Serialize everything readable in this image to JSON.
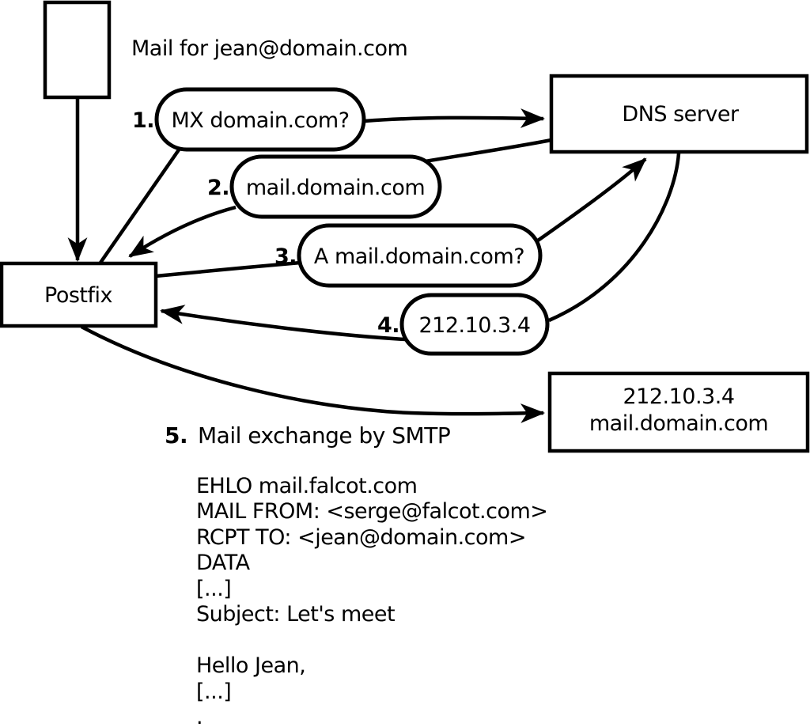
{
  "diagram": {
    "title": "Mail for jean@domain.com",
    "nodes": {
      "postfix": "Postfix",
      "dns_server": "DNS server",
      "mail_server_line1": "212.10.3.4",
      "mail_server_line2": "mail.domain.com"
    },
    "steps": [
      {
        "num": "1.",
        "label": "MX domain.com?"
      },
      {
        "num": "2.",
        "label": "mail.domain.com"
      },
      {
        "num": "3.",
        "label": "A mail.domain.com?"
      },
      {
        "num": "4.",
        "label": "212.10.3.4"
      },
      {
        "num": "5.",
        "label": "Mail exchange by SMTP"
      }
    ],
    "smtp_transcript": [
      "EHLO mail.falcot.com",
      "MAIL FROM: <serge@falcot.com>",
      "RCPT TO: <jean@domain.com>",
      "DATA",
      "[...]",
      "Subject: Let's meet",
      "",
      "Hello Jean,",
      "[...]",
      "."
    ],
    "colors": {
      "ink": "#000000",
      "background": "#ffffff"
    }
  }
}
